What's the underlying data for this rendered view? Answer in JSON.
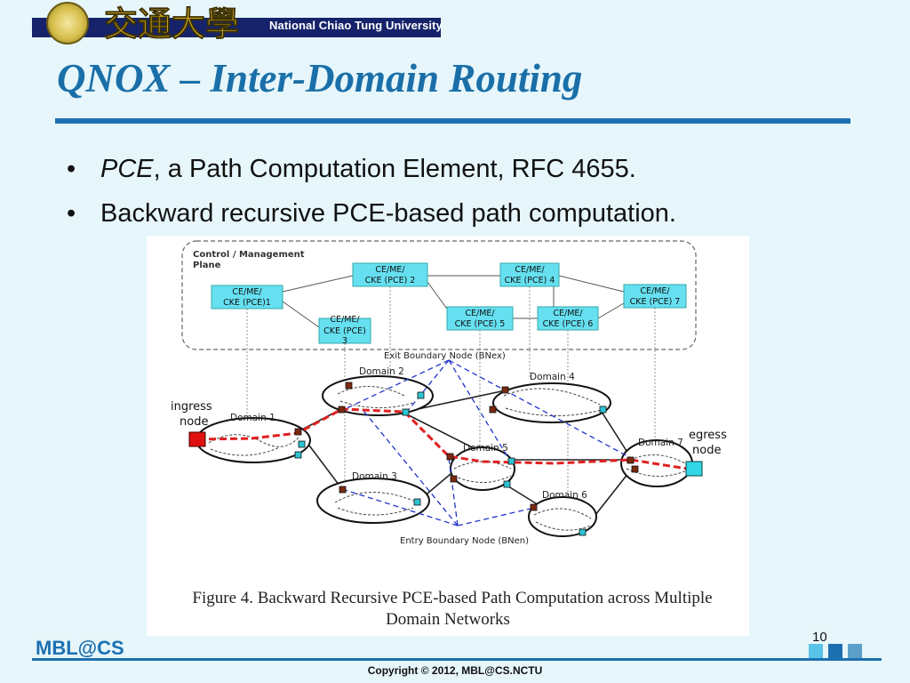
{
  "header": {
    "university_name": "National Chiao Tung University",
    "chinese_name": "交通大學"
  },
  "slide": {
    "title": "QNOX – Inter-Domain Routing",
    "bullets": [
      {
        "italic_part": "PCE",
        "rest": ", a Path Computation Element, RFC 4655."
      },
      {
        "italic_part": "",
        "rest": "Backward recursive PCE-based path computation."
      }
    ]
  },
  "figure": {
    "plane_label": "Control / Management Plane",
    "pce_boxes": [
      "CE/ME/ CKE (PCE)1",
      "CE/ME/ CKE (PCE) 2",
      "CE/ME/ CKE (PCE) 3",
      "CE/ME/ CKE (PCE) 4",
      "CE/ME/ CKE (PCE) 5",
      "CE/ME/ CKE (PCE) 6",
      "CE/ME/ CKE (PCE) 7"
    ],
    "domains": [
      "Domain 1",
      "Domain 2",
      "Domain 3",
      "Domain 4",
      "Domain 5",
      "Domain 6",
      "Domain 7"
    ],
    "exit_label": "Exit Boundary Node (BNex)",
    "entry_label": "Entry Boundary Node (BNen)",
    "ingress_label": [
      "ingress",
      "node"
    ],
    "egress_label": [
      "egress",
      "node"
    ],
    "caption_line1": "Figure 4.    Backward Recursive PCE-based Path Computation across Multiple",
    "caption_line2": "Domain Networks"
  },
  "footer": {
    "logo_text": "MBL@CS",
    "page_number": "10",
    "copyright": "Copyright © 2012, MBL@CS.NCTU"
  },
  "colors": {
    "title": "#1a6fa8",
    "rule": "#1d70b0",
    "pce_box": "#66e0f0",
    "red_path": "#e02020",
    "blue_dashed": "#2233cc",
    "ingress": "#e01010",
    "egress": "#33d6e6"
  }
}
